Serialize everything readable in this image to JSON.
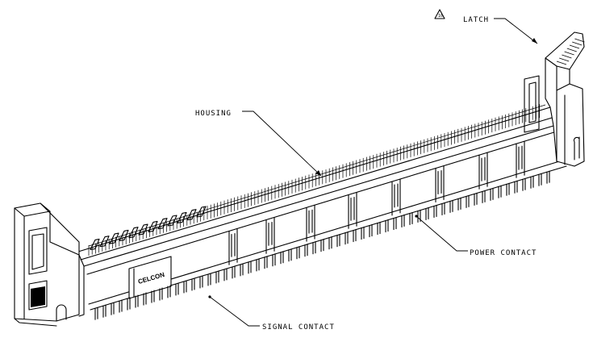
{
  "callouts": {
    "latch": "LATCH",
    "housing": "HOUSING",
    "power_contact": "POWER CONTACT",
    "signal_contact": "SIGNAL CONTACT",
    "revision_flag": "10"
  },
  "housing_marking": "CELCON"
}
